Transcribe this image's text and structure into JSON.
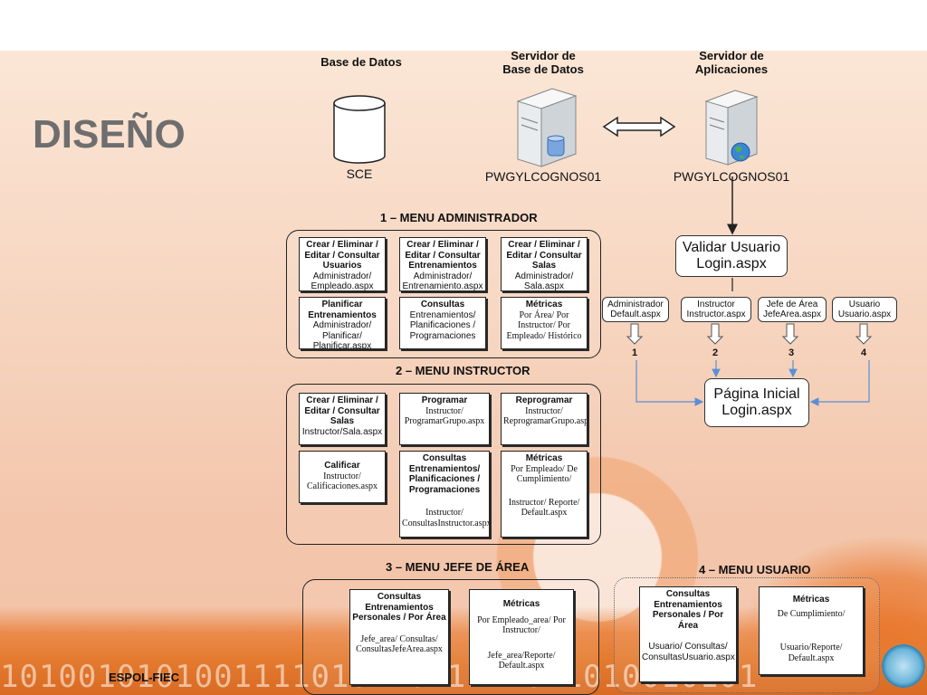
{
  "slide": {
    "heading": "DISEÑO",
    "footer": "ESPOL-FIEC",
    "binary_strip": "1010010101001111010 10 11110 1010010101"
  },
  "top": {
    "db_label": "Base de Datos",
    "db_name": "SCE",
    "db_server_label_line1": "Servidor de",
    "db_server_label_line2": "Base de Datos",
    "db_server_name": "PWGYLCOGNOS01",
    "app_server_label_line1": "Servidor de",
    "app_server_label_line2": "Aplicaciones",
    "app_server_name": "PWGYLCOGNOS01"
  },
  "login_flow": {
    "validar_line1": "Validar Usuario",
    "validar_line2": "Login.aspx",
    "roles": [
      {
        "line1": "Administrador",
        "line2": "Default.aspx",
        "num": "1"
      },
      {
        "line1": "Instructor",
        "line2": "Instructor.aspx",
        "num": "2"
      },
      {
        "line1": "Jefe de Área",
        "line2": "JefeArea.aspx",
        "num": "3"
      },
      {
        "line1": "Usuario",
        "line2": "Usuario.aspx",
        "num": "4"
      }
    ],
    "inicial_line1": "Página Inicial",
    "inicial_line2": "Login.aspx"
  },
  "menu_admin": {
    "title": "1 – MENU ADMINISTRADOR",
    "boxes": [
      {
        "title": "Crear / Eliminar / Editar / Consultar Usuarios",
        "detail": "Administrador/ Empleado.aspx"
      },
      {
        "title": "Crear / Eliminar / Editar / Consultar Entrenamientos",
        "detail": "Administrador/ Entrenamiento.aspx"
      },
      {
        "title": "Crear / Eliminar / Editar / Consultar Salas",
        "detail": "Administrador/ Sala.aspx"
      },
      {
        "title": "Planificar Entrenamientos",
        "detail": "Administrador/ Planificar/ Planificar.aspx"
      },
      {
        "title": "Consultas",
        "detail": "Entrenamientos/ Planificaciones / Programaciones"
      },
      {
        "title": "Métricas",
        "detail": "Por Área/ Por Instructor/ Por Empleado/ Histórico"
      }
    ]
  },
  "menu_instructor": {
    "title": "2 – MENU INSTRUCTOR",
    "boxes": [
      {
        "title": "Crear / Eliminar / Editar / Consultar Salas",
        "detail": "Instructor/Sala.aspx"
      },
      {
        "title": "Programar",
        "detail": "Instructor/ ProgramarGrupo.aspx"
      },
      {
        "title": "Reprogramar",
        "detail": "Instructor/ ReprogramarGrupo.aspx"
      },
      {
        "title": "Calificar",
        "detail": "Instructor/ Calificaciones.aspx"
      },
      {
        "title": "Consultas Entrenamientos/ Planificaciones / Programaciones",
        "detail": "Instructor/ ConsultasInstructor.aspx"
      },
      {
        "title": "Métricas",
        "detail1": "Por Empleado/ De Cumplimiento/",
        "detail2": "Instructor/ Reporte/ Default.aspx"
      }
    ]
  },
  "menu_jefe": {
    "title": "3 – MENU JEFE DE ÁREA",
    "boxes": [
      {
        "title": "Consultas Entrenamientos Personales / Por Área",
        "detail": "Jefe_area/ Consultas/ ConsultasJefeArea.aspx"
      },
      {
        "title": "Métricas",
        "detail1": "Por Empleado_area/ Por Instructor/",
        "detail2": "Jefe_area/Reporte/ Default.aspx"
      }
    ]
  },
  "menu_usuario": {
    "title": "4 – MENU USUARIO",
    "boxes": [
      {
        "title": "Consultas Entrenamientos Personales / Por Área",
        "detail": "Usuario/ Consultas/ ConsultasUsuario.aspx"
      },
      {
        "title": "Métricas",
        "detail1": "De Cumplimiento/",
        "detail2": "Usuario/Reporte/ Default.aspx"
      }
    ]
  }
}
